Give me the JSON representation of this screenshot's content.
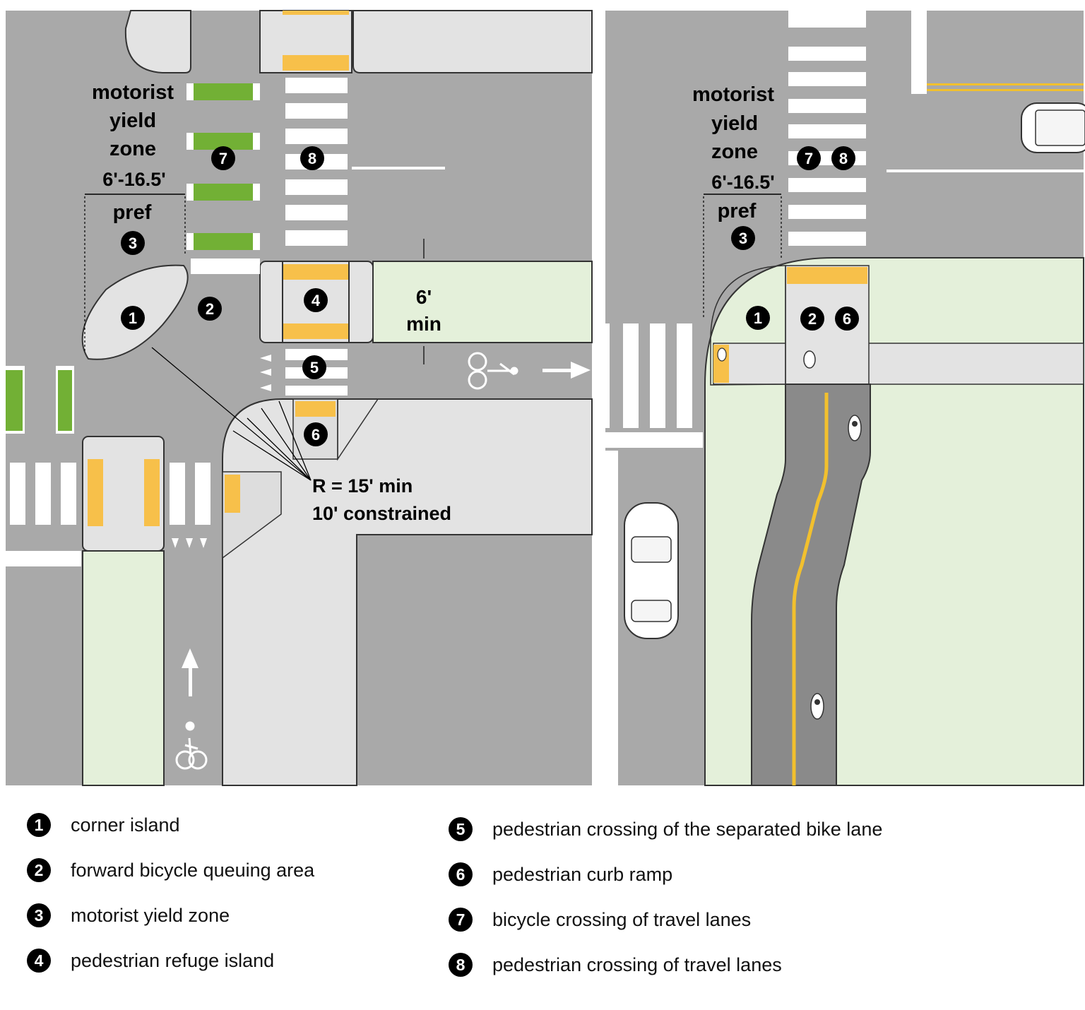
{
  "left_panel": {
    "yield_zone_label": [
      "motorist",
      "yield",
      "zone"
    ],
    "dimension_label": "6'-16.5'",
    "pref_label": "pref",
    "buffer_label": [
      "6'",
      "min"
    ],
    "radius_label": [
      "R = 15' min",
      "10' constrained"
    ],
    "badges": [
      "1",
      "2",
      "3",
      "4",
      "5",
      "6",
      "7",
      "8"
    ]
  },
  "right_panel": {
    "yield_zone_label": [
      "motorist",
      "yield",
      "zone"
    ],
    "dimension_label": "6'-16.5'",
    "pref_label": "pref",
    "badges": [
      "1",
      "2",
      "3",
      "6",
      "7",
      "8"
    ]
  },
  "legend": [
    {
      "num": "1",
      "text": "corner island"
    },
    {
      "num": "2",
      "text": "forward bicycle queuing area"
    },
    {
      "num": "3",
      "text": "motorist yield zone"
    },
    {
      "num": "4",
      "text": "pedestrian refuge island"
    },
    {
      "num": "5",
      "text": "pedestrian crossing of the separated bike lane"
    },
    {
      "num": "6",
      "text": "pedestrian curb ramp"
    },
    {
      "num": "7",
      "text": "bicycle crossing of travel lanes"
    },
    {
      "num": "8",
      "text": "pedestrian crossing of travel lanes"
    }
  ],
  "colors": {
    "road": "#a9a9a9",
    "bike_lane": "#8a8a8a",
    "sidewalk": "#e3e3e3",
    "planting": "#e4f0da",
    "bike_crossing_green": "#72b035",
    "tactile_yellow": "#f7c04a",
    "centerline_yellow": "#f2c02e"
  }
}
